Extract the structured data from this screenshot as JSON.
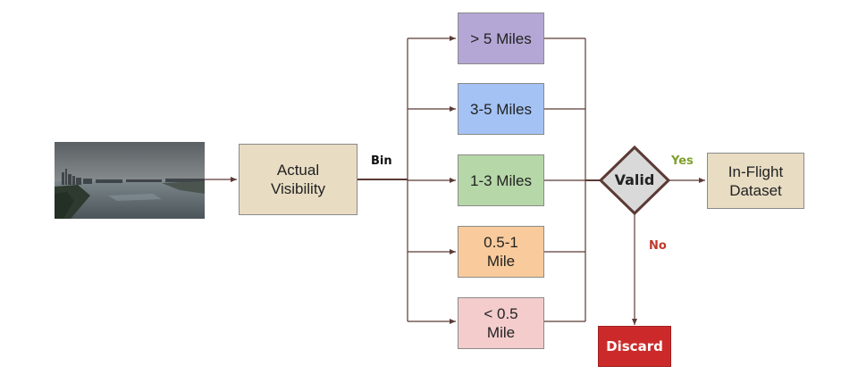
{
  "nodes": {
    "actual_visibility": {
      "label": "Actual\nVisibility",
      "color": "#e8dcc3"
    },
    "bins": [
      {
        "label": "> 5 Miles",
        "color": "#b4a7d6"
      },
      {
        "label": "3-5 Miles",
        "color": "#a4c2f4"
      },
      {
        "label": "1-3 Miles",
        "color": "#b6d7a8"
      },
      {
        "label": "0.5-1\nMile",
        "color": "#f9cb9c"
      },
      {
        "label": "< 0.5\nMile",
        "color": "#f4cccc"
      }
    ],
    "valid": {
      "label": "Valid",
      "color": "#d9d9d9",
      "border": "#5b3a35"
    },
    "in_flight_dataset": {
      "label": "In-Flight\nDataset",
      "color": "#e8dcc3"
    },
    "discard": {
      "label": "Discard",
      "color": "#cc2a2a",
      "text_color": "#ffffff"
    }
  },
  "edge_labels": {
    "bin": {
      "text": "Bin",
      "color": "#111111"
    },
    "yes": {
      "text": "Yes",
      "color": "#7f9f2b"
    },
    "no": {
      "text": "No",
      "color": "#c0392b"
    }
  },
  "colors": {
    "line": "#5b3a35"
  },
  "image": {
    "subject": "city-skyline-photo"
  }
}
